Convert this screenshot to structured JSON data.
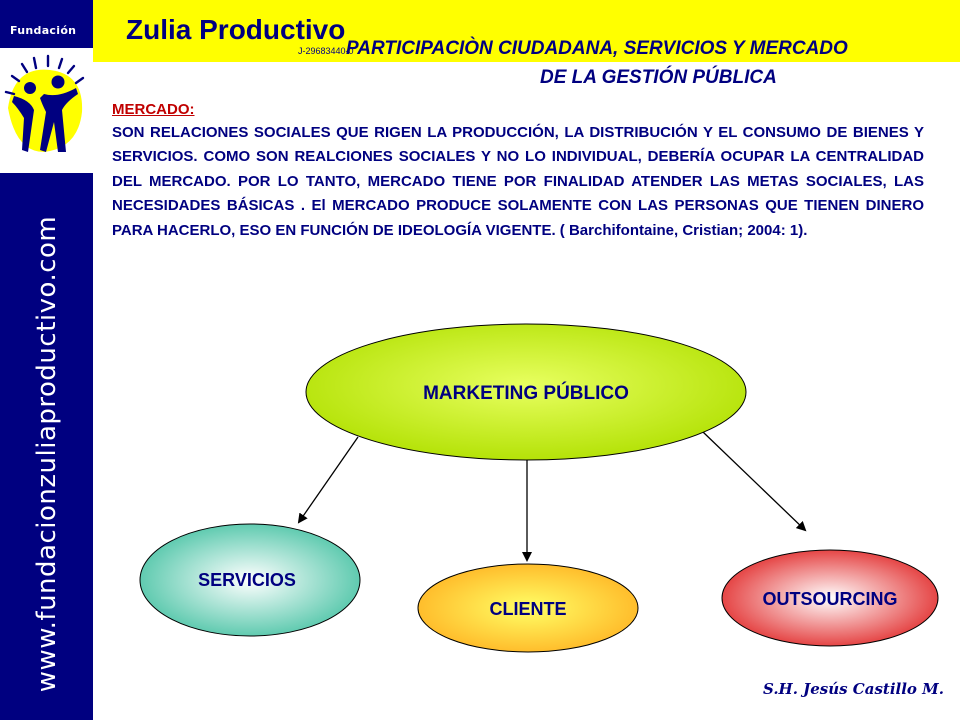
{
  "header": {
    "foundation": "Fundación",
    "brand": "Zulia Productivo",
    "rif": "J-29683440-0",
    "title_line1": "PARTICIPACIÒN CIUDADANA,  SERVICIOS Y MERCADO",
    "title_line2": "DE LA GESTIÓN PÚBLICA"
  },
  "sidebar": {
    "url": "www.fundacionzuliaproductivo.com",
    "logo_icon": "people-sun-logo-icon"
  },
  "content": {
    "heading": "MERCADO:",
    "paragraph": "SON RELACIONES SOCIALES QUE RIGEN LA PRODUCCIÓN, LA DISTRIBUCIÓN Y EL CONSUMO DE BIENES Y SERVICIOS.  COMO SON REALCIONES SOCIALES  Y NO LO INDIVIDUAL, DEBERÍA OCUPAR LA CENTRALIDAD DEL MERCADO. POR LO TANTO, MERCADO TIENE POR FINALIDAD ATENDER LAS METAS SOCIALES, LAS NECESIDADES BÁSICAS . El MERCADO PRODUCE SOLAMENTE CON LAS PERSONAS QUE TIENEN DINERO PARA HACERLO, ESO EN FUNCIÓN DE IDEOLOGÍA VIGENTE.   ( Barchifontaine, Cristian; 2004: 1)."
  },
  "diagram": {
    "center": {
      "label": "MARKETING PÚBLICO",
      "color": "#b0e000"
    },
    "nodes": [
      {
        "label": "SERVICIOS",
        "color": "#40c0a0"
      },
      {
        "label": "CLIENTE",
        "color": "#ffb020"
      },
      {
        "label": "OUTSOURCING",
        "color": "#e02020"
      }
    ]
  },
  "footer": {
    "signature": "S.H. Jesús Castillo M."
  },
  "colors": {
    "accent_yellow": "#ffff00",
    "sidebar_navy": "#000080",
    "text_navy": "#000080",
    "heading_red": "#c00000"
  }
}
